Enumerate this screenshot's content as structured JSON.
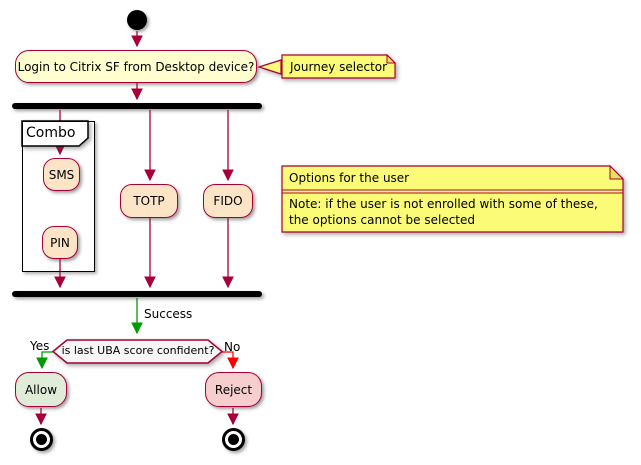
{
  "palette": {
    "node_border": "#A80036",
    "activity_fill": "#FEFECE",
    "option_fill": "#FCE5C6",
    "note_fill": "#FBFB77",
    "allow_fill": "#DFEDD8",
    "reject_fill": "#F6CECE",
    "success_arrow": "#009B00",
    "fail_arrow": "#FF0000",
    "fork_bar": "#000000"
  },
  "nodes": {
    "login": "Login to Citrix SF from Desktop device?",
    "sms": "SMS",
    "pin": "PIN",
    "totp": "TOTP",
    "fido": "FIDO",
    "decision": "is last UBA score confident?",
    "allow": "Allow",
    "reject": "Reject"
  },
  "partition": {
    "title": "Combo"
  },
  "notes": {
    "journey": {
      "text": "Journey selector"
    },
    "options": {
      "title": "Options for the user",
      "body": [
        "Note: if the user is not enrolled with some of these,",
        "the options cannot be selected"
      ]
    }
  },
  "edge_labels": {
    "success": "Success",
    "yes": "Yes",
    "no": "No"
  }
}
